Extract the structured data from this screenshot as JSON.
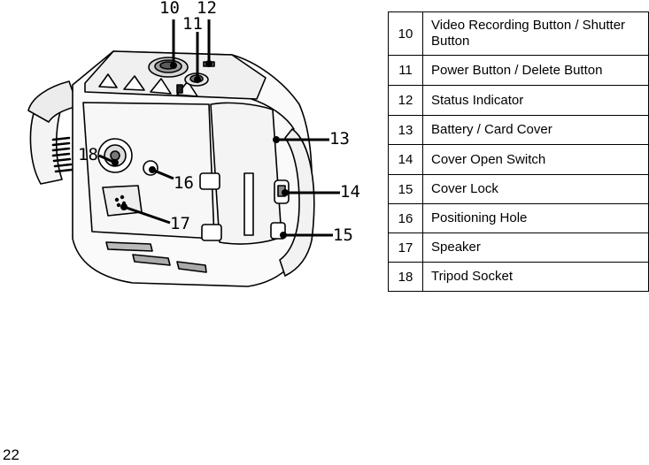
{
  "figure": {
    "callouts": {
      "c10": "10",
      "c11": "11",
      "c12": "12",
      "c13": "13",
      "c14": "14",
      "c15": "15",
      "c16": "16",
      "c17": "17",
      "c18": "18"
    }
  },
  "parts_table": {
    "rows": [
      {
        "number": "10",
        "label": "Video Recording Button / Shutter Button"
      },
      {
        "number": "11",
        "label": "Power Button / Delete Button"
      },
      {
        "number": "12",
        "label": "Status Indicator"
      },
      {
        "number": "13",
        "label": "Battery / Card Cover"
      },
      {
        "number": "14",
        "label": "Cover Open Switch"
      },
      {
        "number": "15",
        "label": "Cover Lock"
      },
      {
        "number": "16",
        "label": "Positioning Hole"
      },
      {
        "number": "17",
        "label": "Speaker"
      },
      {
        "number": "18",
        "label": "Tripod Socket"
      }
    ]
  },
  "page": {
    "number": "22"
  }
}
